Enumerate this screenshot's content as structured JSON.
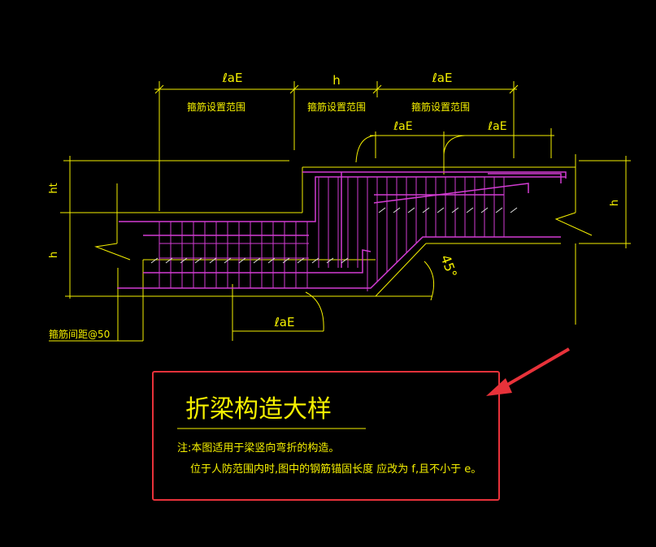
{
  "labels": {
    "dim_left_top": "ℓaE",
    "dim_mid_top": "h",
    "dim_right_top": "ℓaE",
    "dim_inner_left": "ℓaE",
    "dim_inner_right": "ℓaE",
    "dim_bottom": "ℓaE",
    "zone_left": "箍筋设置范围",
    "zone_mid": "箍筋设置范围",
    "zone_right": "箍筋设置范围",
    "left_ht": "ht",
    "left_h": "h",
    "right_h": "h",
    "angle": "45°",
    "stirrup_spacing": "箍筋间距@50"
  },
  "title_block": {
    "title": "折梁构造大样",
    "note_line1": "注:本图适用于梁竖向弯折的构造。",
    "note_line2": "位于人防范围内时,图中的钢筋锚固长度 应改为 f,且不小于 e。"
  },
  "colors": {
    "background": "#000000",
    "dimension": "#f5f000",
    "rebar": "#d23cd2",
    "highlight": "#e8323a",
    "arrow": "#e8323a"
  }
}
